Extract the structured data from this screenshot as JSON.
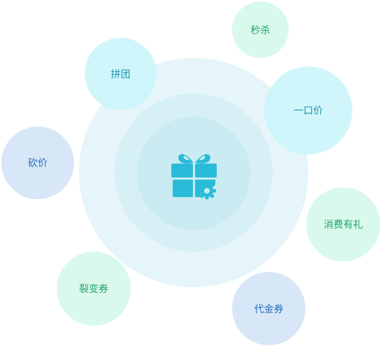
{
  "center": {
    "icon": "gift-settings-icon",
    "icon_color": "#29bcd8"
  },
  "bubbles": {
    "pintuan": {
      "label": "拼团",
      "color": "#1f93ad"
    },
    "miaosha": {
      "label": "秒杀",
      "color": "#23a26a"
    },
    "yikoujia": {
      "label": "一口价",
      "color": "#1f93ad"
    },
    "kanjia": {
      "label": "砍价",
      "color": "#2c6bbd"
    },
    "xiaofei": {
      "label": "消费有礼",
      "color": "#23a26a"
    },
    "liebian": {
      "label": "裂变券",
      "color": "#23a26a"
    },
    "daijin": {
      "label": "代金券",
      "color": "#2c6bbd"
    }
  }
}
